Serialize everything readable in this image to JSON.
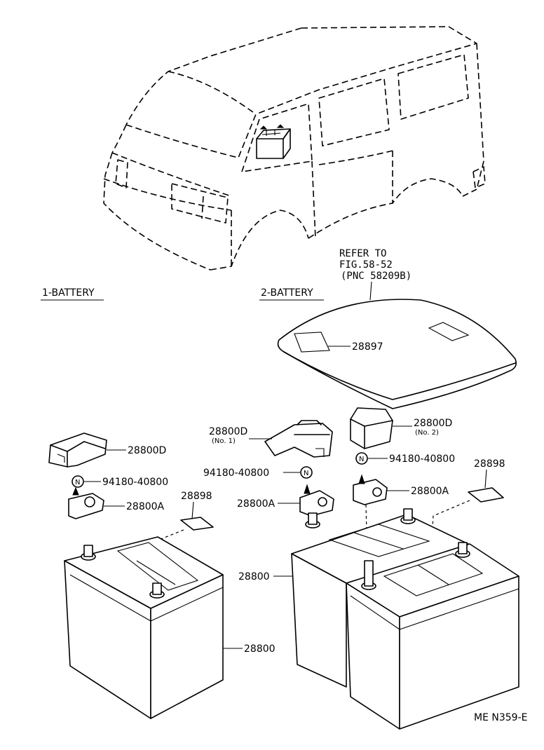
{
  "labels": {
    "sec1": "1-BATTERY",
    "sec2": "2-BATTERY",
    "ref1": "REFER TO",
    "ref2": "FIG.58-52",
    "ref3": "(PNC 58209B)",
    "p28897": "28897",
    "p28800d_left": "28800D",
    "p28800d_no1": "28800D",
    "no1": "(No. 1)",
    "p28800d_no2": "28800D",
    "no2": "(No. 2)",
    "p94180_left": "94180-40800",
    "p94180_mid": "94180-40800",
    "p94180_right": "94180-40800",
    "p28800a_left": "28800A",
    "p28800a_mid": "28800A",
    "p28800a_right": "28800A",
    "p28898_left": "28898",
    "p28898_right": "28898",
    "p28800_left": "28800",
    "p28800_right": "28800",
    "nut_symbol": "N",
    "code": "ME  N359-E"
  }
}
